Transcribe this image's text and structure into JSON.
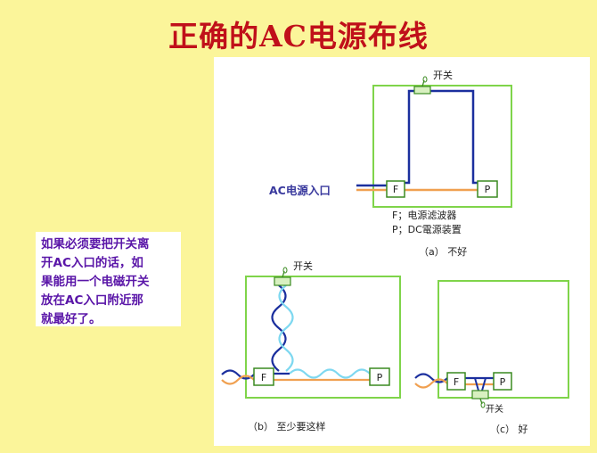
{
  "title": "正确的AC电源布线",
  "note": {
    "lines": [
      "如果必须要把开关离",
      "开AC入口的话，如",
      "果能用一个电磁开关",
      "放在AC入口附近那",
      "就最好了。"
    ]
  },
  "diagram": {
    "a": {
      "switch_label": "开关",
      "ac_inlet_label": "AC电源入口",
      "filter_box": "F",
      "power_box": "P",
      "legend_filter": "F；电源滤波器",
      "legend_power": "P；DC電源装置",
      "caption": "（a） 不好"
    },
    "b": {
      "switch_label": "开关",
      "filter_box": "F",
      "power_box": "P",
      "caption": "（b） 至少要这样"
    },
    "c": {
      "switch_label": "开关",
      "filter_box": "F",
      "power_box": "P",
      "caption": "（c） 好"
    }
  },
  "colors": {
    "title": "#c0101a",
    "note_text": "#5a16a8",
    "frame_green": "#7fd44a",
    "wire_blue": "#1b2f9e",
    "wire_orange": "#f0a050",
    "twisted_cyan": "#7ed8f0"
  }
}
